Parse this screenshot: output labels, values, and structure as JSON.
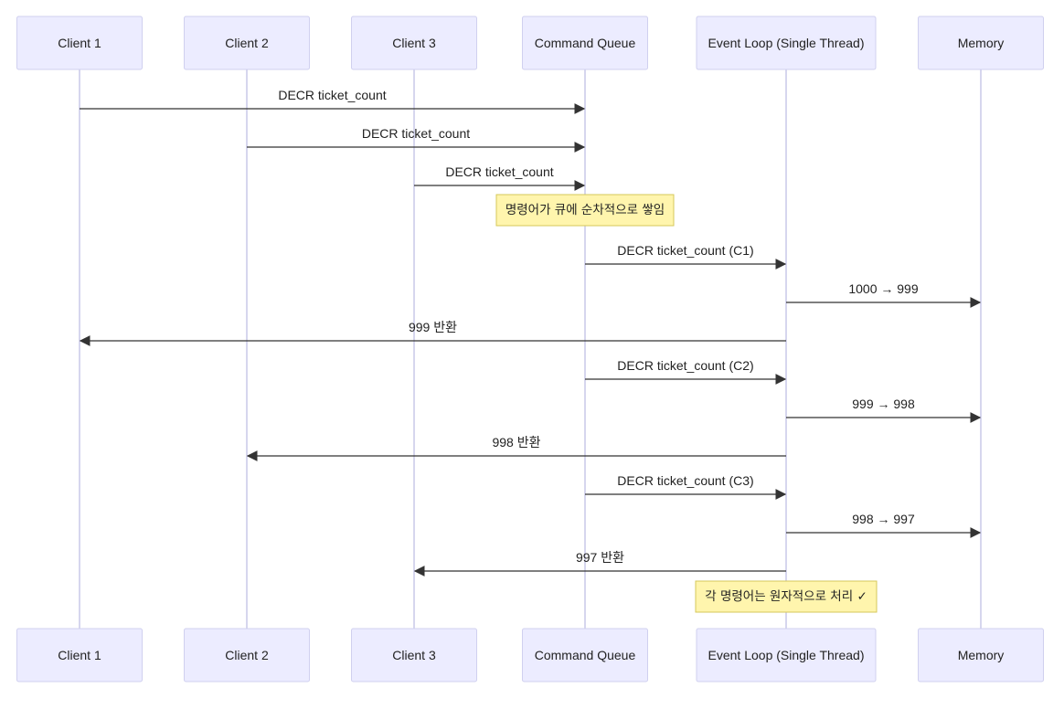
{
  "actors": [
    {
      "id": "c1",
      "label": "Client 1"
    },
    {
      "id": "c2",
      "label": "Client 2"
    },
    {
      "id": "c3",
      "label": "Client 3"
    },
    {
      "id": "q",
      "label": "Command Queue"
    },
    {
      "id": "el",
      "label": "Event Loop (Single Thread)"
    },
    {
      "id": "mem",
      "label": "Memory"
    }
  ],
  "steps": [
    {
      "kind": "message",
      "from": "c1",
      "to": "q",
      "label": "DECR ticket_count"
    },
    {
      "kind": "message",
      "from": "c2",
      "to": "q",
      "label": "DECR ticket_count"
    },
    {
      "kind": "message",
      "from": "c3",
      "to": "q",
      "label": "DECR ticket_count"
    },
    {
      "kind": "note",
      "over": "q",
      "label": "명령어가 큐에 순차적으로 쌓임"
    },
    {
      "kind": "message",
      "from": "q",
      "to": "el",
      "label": "DECR ticket_count (C1)"
    },
    {
      "kind": "message",
      "from": "el",
      "to": "mem",
      "label": "1000 → 999"
    },
    {
      "kind": "message",
      "from": "el",
      "to": "c1",
      "label": "999 반환"
    },
    {
      "kind": "message",
      "from": "q",
      "to": "el",
      "label": "DECR ticket_count (C2)"
    },
    {
      "kind": "message",
      "from": "el",
      "to": "mem",
      "label": "999 → 998"
    },
    {
      "kind": "message",
      "from": "el",
      "to": "c2",
      "label": "998 반환"
    },
    {
      "kind": "message",
      "from": "q",
      "to": "el",
      "label": "DECR ticket_count (C3)"
    },
    {
      "kind": "message",
      "from": "el",
      "to": "mem",
      "label": "998 → 997"
    },
    {
      "kind": "message",
      "from": "el",
      "to": "c3",
      "label": "997 반환"
    },
    {
      "kind": "note",
      "over": "el",
      "label": "각 명령어는 원자적으로 처리 ✓"
    }
  ],
  "colors": {
    "actor_fill": "#ececff",
    "actor_stroke": "#d0d0ef",
    "note_fill": "#fff5ad",
    "line": "#333333"
  }
}
